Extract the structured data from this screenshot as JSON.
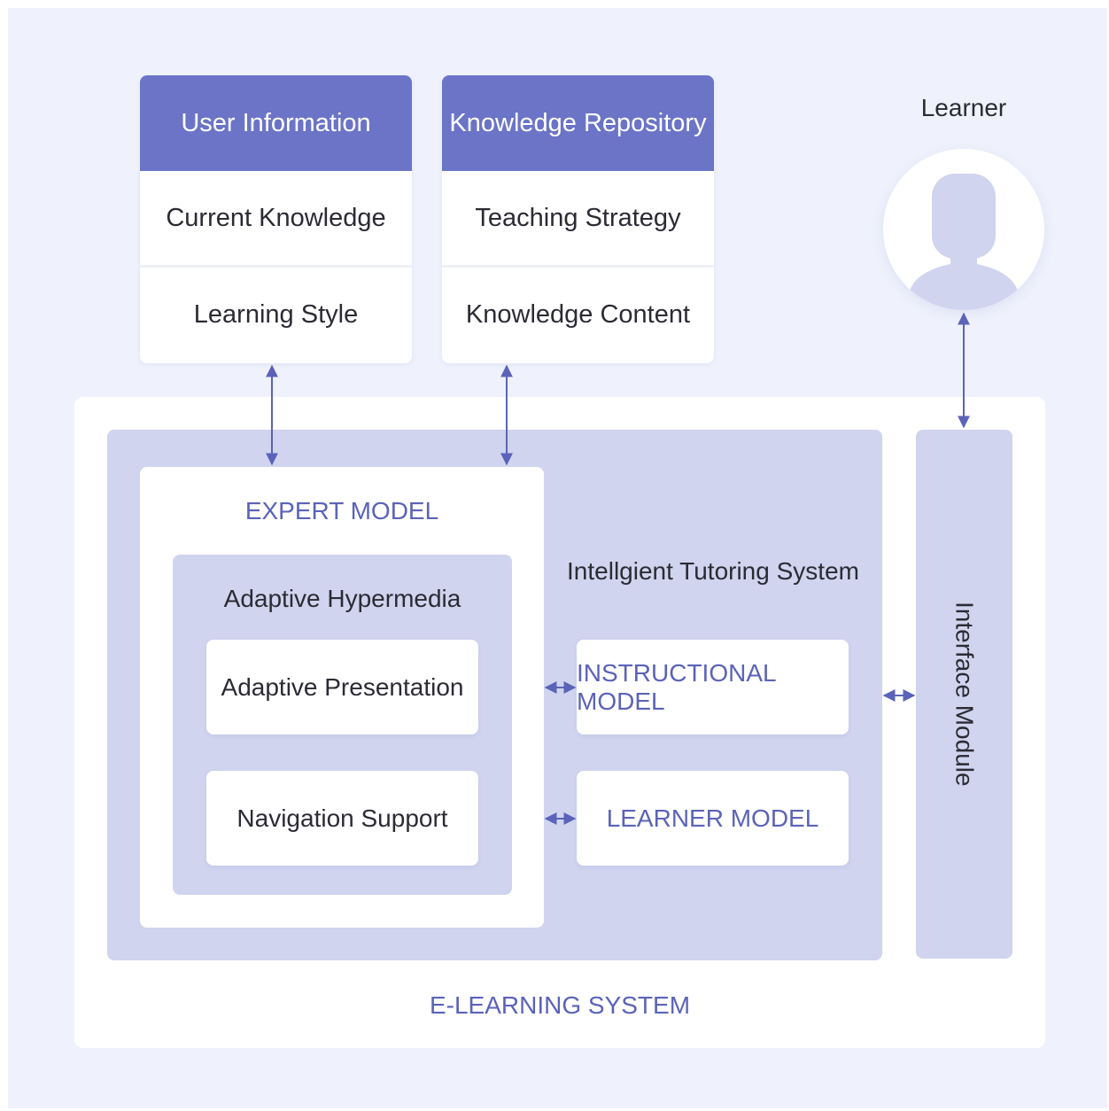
{
  "user_info": {
    "title": "User Information",
    "rows": [
      "Current Knowledge",
      "Learning Style"
    ]
  },
  "knowledge_repo": {
    "title": "Knowledge Repository",
    "rows": [
      "Teaching Strategy",
      "Knowledge Content"
    ]
  },
  "learner": {
    "label": "Learner",
    "icon": "user-silhouette-icon"
  },
  "system": {
    "label": "E-LEARNING SYSTEM",
    "its_label": "Intellgient Tutoring System",
    "interface_module": "Interface Module",
    "expert_model": {
      "label": "EXPERT MODEL",
      "adaptive_hypermedia": {
        "label": "Adaptive Hypermedia",
        "items": [
          "Adaptive Presentation",
          "Navigation Support"
        ]
      }
    },
    "instructional_model": "INSTRUCTIONAL MODEL",
    "learner_model": "LEARNER MODEL"
  },
  "colors": {
    "header": "#6b74c6",
    "accent_text": "#5b63b8",
    "lavender": "#d0d4ee",
    "background": "#eff2fc",
    "arrow": "#5b63b8"
  }
}
